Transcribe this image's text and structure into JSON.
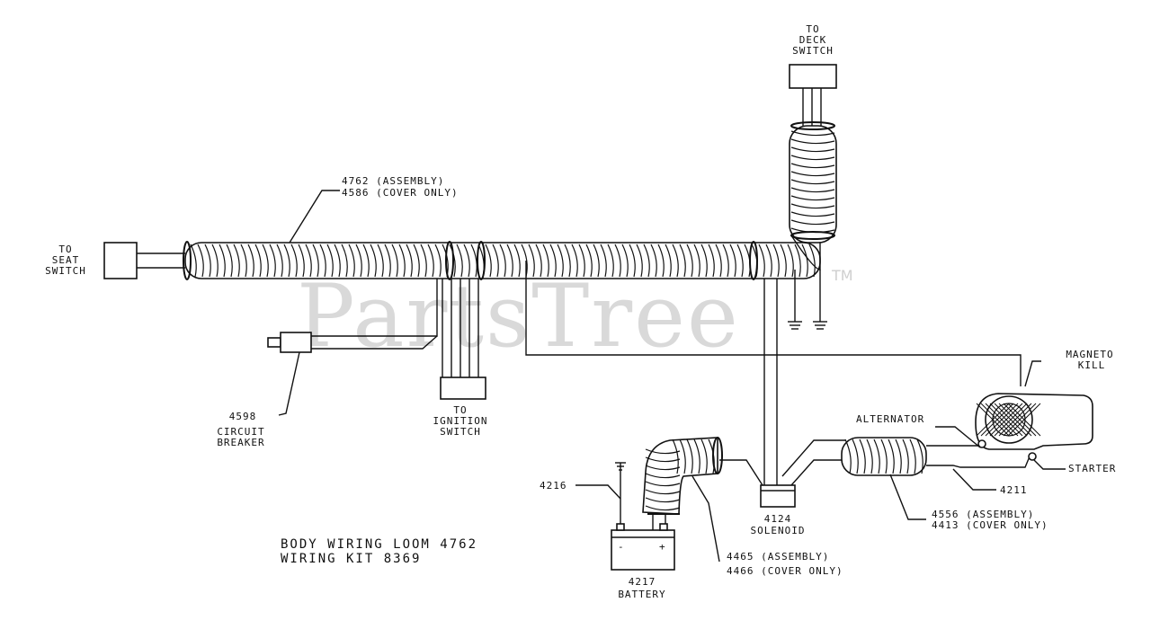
{
  "watermark": {
    "text": "PartsTree",
    "tm": "TM"
  },
  "title": {
    "line1": "BODY WIRING LOOM 4762",
    "line2": "WIRING KIT 8369"
  },
  "labels": {
    "deck_switch": [
      "TO",
      "DECK",
      "SWITCH"
    ],
    "seat_switch": [
      "TO",
      "SEAT",
      "SWITCH"
    ],
    "ignition_switch": [
      "TO",
      "IGNITION",
      "SWITCH"
    ],
    "loom_assembly": "4762 (ASSEMBLY)",
    "loom_cover": "4586 (COVER ONLY)",
    "breaker_part": "4598",
    "breaker_name": [
      "CIRCUIT",
      "BREAKER"
    ],
    "magneto_kill": [
      "MAGNETO",
      "KILL"
    ],
    "alternator": "ALTERNATOR",
    "starter": "STARTER",
    "part_4211": "4211",
    "part_4556_assembly": "4556 (ASSEMBLY)",
    "part_4413_cover": "4413 (COVER ONLY)",
    "solenoid_part": "4124",
    "solenoid_name": "SOLENOID",
    "part_4216": "4216",
    "part_4465_assembly": "4465 (ASSEMBLY)",
    "part_4466_cover": "4466 (COVER ONLY)",
    "battery_part": "4217",
    "battery_name": "BATTERY"
  }
}
